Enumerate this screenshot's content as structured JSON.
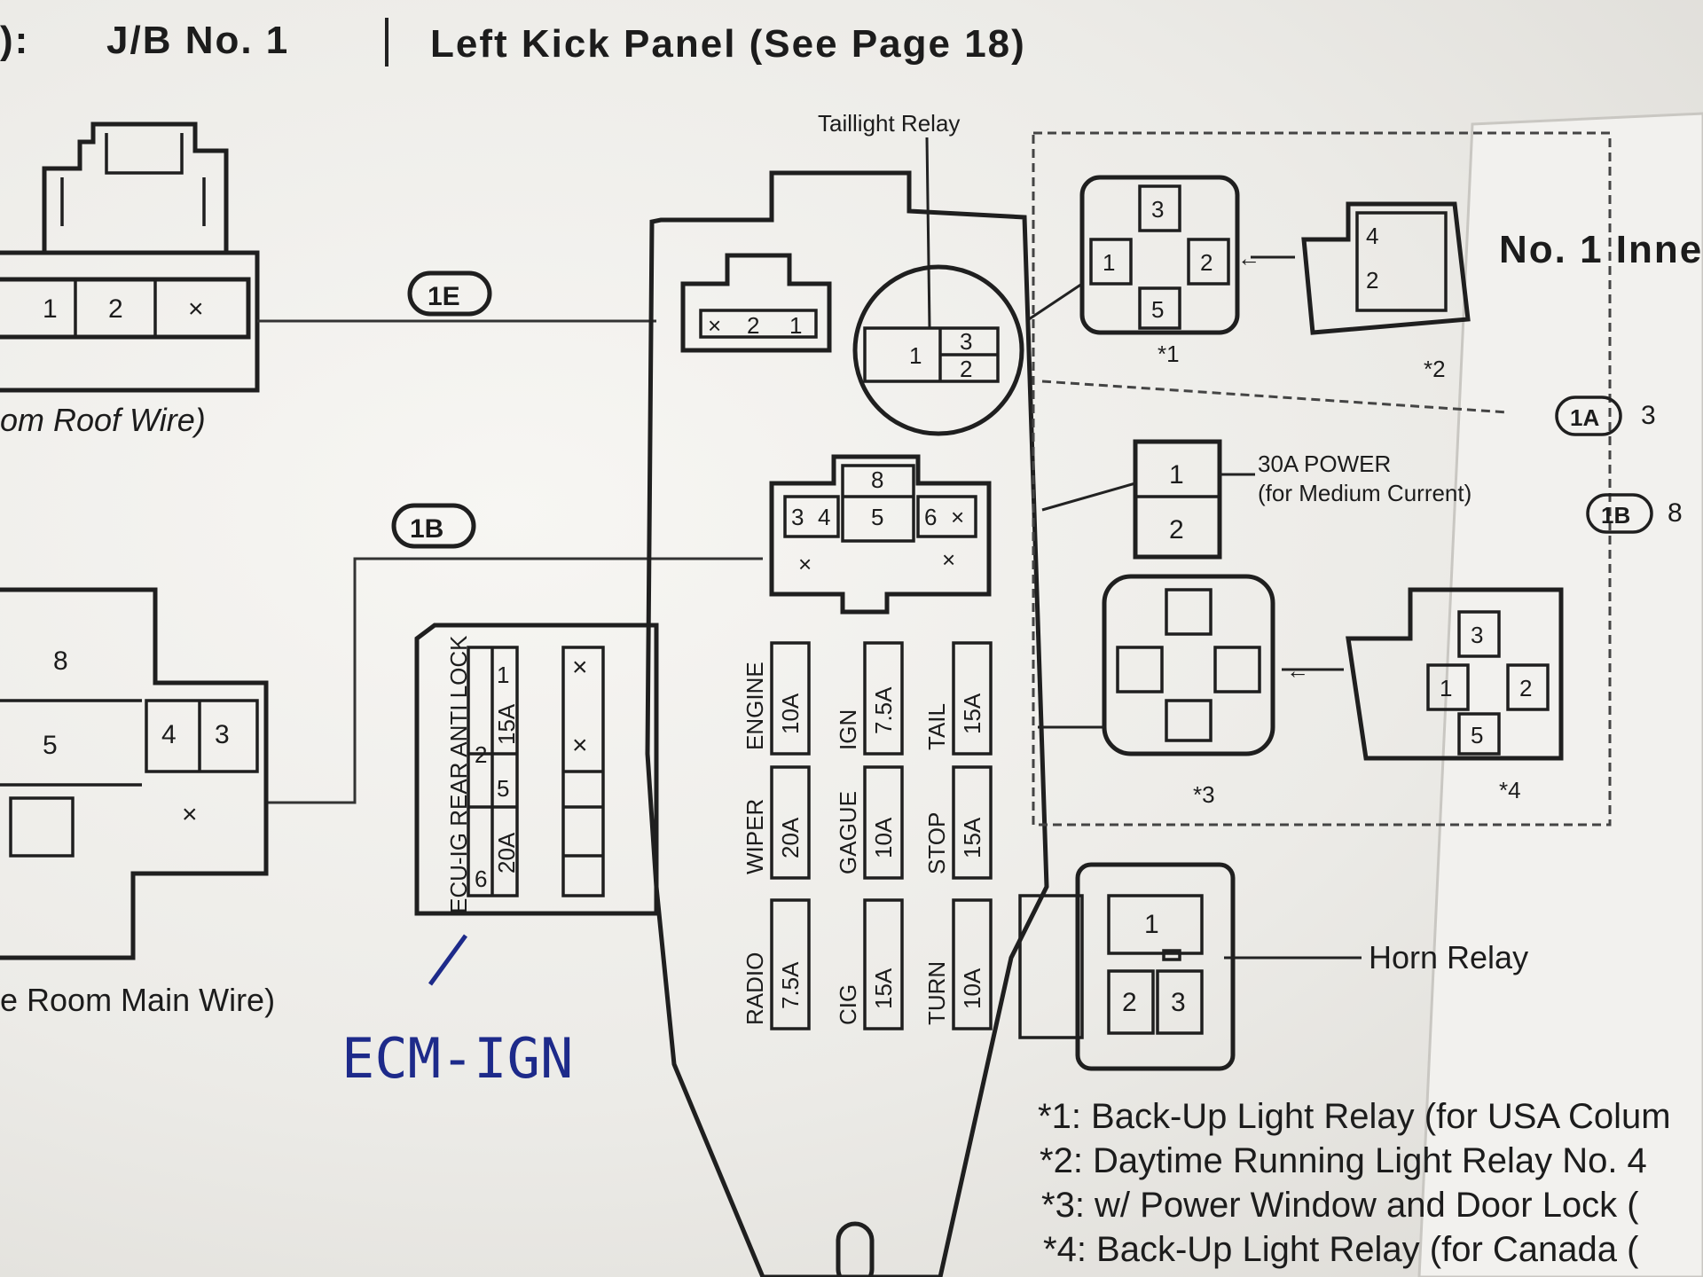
{
  "header": {
    "prefix": "J/B No. 1",
    "location": "Left Kick Panel (See Page 18)"
  },
  "right_page_title": "No. 1 Inne",
  "labels": {
    "taillight_relay": "Taillight Relay",
    "power_30a_line1": "30A POWER",
    "power_30a_line2": "(for Medium Current)",
    "horn_relay": "Horn Relay",
    "roof_wire": "om Roof Wire)",
    "main_wire": "e Room Main Wire)",
    "handwritten": "ECM-IGN"
  },
  "connectors": {
    "c1E": "1E",
    "c1B": "1B",
    "c1A_right": "1A",
    "c1B_right": "1B",
    "right_1A_pin": "3",
    "right_1B_pin": "8"
  },
  "top_left_connector": {
    "pins": [
      "1",
      "2",
      "×"
    ]
  },
  "top_small_connector": {
    "pins": [
      "×",
      "2",
      "1"
    ]
  },
  "taillight_connector": {
    "pins": [
      "1",
      "3",
      "2"
    ]
  },
  "mid_connector": {
    "pins": [
      "8",
      "3",
      "4",
      "5",
      "6",
      "×",
      "×",
      "×"
    ]
  },
  "left_main_connector": {
    "pins": [
      "8",
      "5",
      "4",
      "3",
      "×"
    ]
  },
  "left_fuse_block": {
    "title": "ECU-IG REAR ANTI LOCK",
    "fuses": [
      {
        "pos": "1",
        "rating": "15A",
        "slot": "2"
      },
      {
        "pos": "5",
        "rating": "20A",
        "slot": "6"
      }
    ],
    "blank_marks": [
      "×",
      "×"
    ]
  },
  "fuses": [
    {
      "name": "ENGINE",
      "rating": "10A"
    },
    {
      "name": "WIPER",
      "rating": "20A"
    },
    {
      "name": "RADIO",
      "rating": "7.5A"
    },
    {
      "name": "IGN",
      "rating": "7.5A"
    },
    {
      "name": "GAGUE",
      "rating": "10A"
    },
    {
      "name": "CIG",
      "rating": "15A"
    },
    {
      "name": "TAIL",
      "rating": "15A"
    },
    {
      "name": "STOP",
      "rating": "15A"
    },
    {
      "name": "TURN",
      "rating": "10A"
    }
  ],
  "relays": {
    "r1": {
      "tag": "*1",
      "pins": [
        "3",
        "1",
        "2",
        "5"
      ]
    },
    "r2": {
      "tag": "*2",
      "pins": [
        "4",
        "2"
      ]
    },
    "r3": {
      "tag": "*3"
    },
    "r4": {
      "tag": "*4",
      "pins": [
        "3",
        "1",
        "2",
        "5"
      ]
    },
    "power_pins": [
      "1",
      "2"
    ],
    "horn_pins": [
      "1",
      "2",
      "3"
    ]
  },
  "notes": [
    "*1: Back-Up Light Relay (for USA Colum",
    "*2: Daytime Running Light Relay No. 4",
    "*3: w/ Power Window and Door Lock (",
    "*4: Back-Up Light Relay (for Canada ("
  ]
}
